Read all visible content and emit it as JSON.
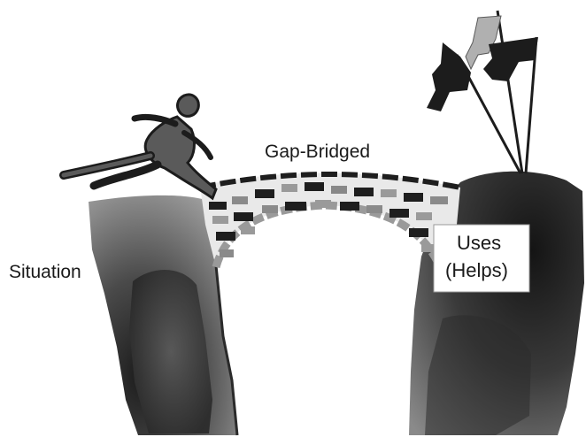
{
  "labels": {
    "situation": "Situation",
    "gap": "Gap-Bridged",
    "uses_line1": "Uses",
    "uses_line2": "(Helps)"
  },
  "colors": {
    "cliff_dark": "#2a2a2a",
    "cliff_mid": "#6e6e6e",
    "cliff_light": "#b8b8b8",
    "brick_dark": "#1e1e1e",
    "brick_mid": "#7a7a7a",
    "brick_light": "#bdbdbd",
    "figure": "#5a5a5a",
    "flag_dark": "#1c1c1c",
    "flag_light": "#b0b0b0"
  },
  "icons": {
    "runner": "running-person-icon",
    "flags": "goal-flags-icon"
  }
}
